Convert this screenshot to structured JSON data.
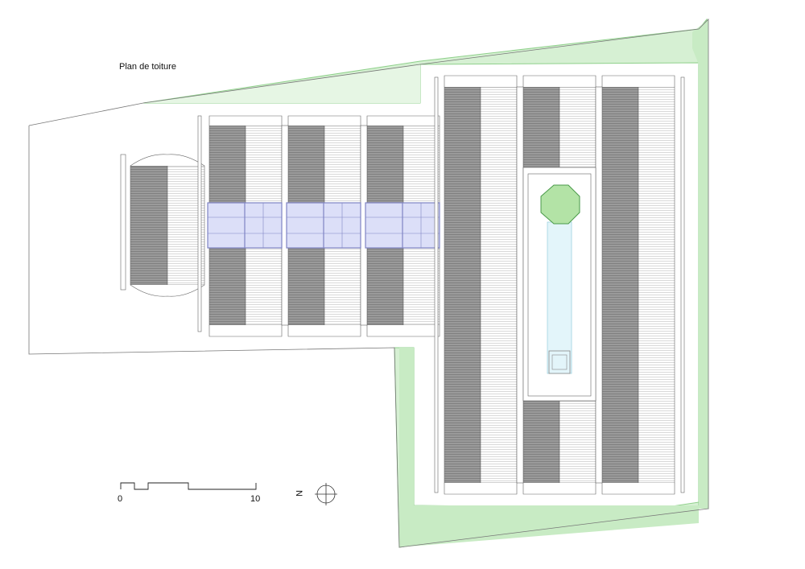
{
  "drawing": {
    "title": "Plan de toiture",
    "scale_bar": {
      "start_label": "0",
      "end_label": "10"
    },
    "north_label": "N"
  },
  "colors": {
    "planting": "#c9ecc6",
    "planting_inner": "#eaf8e8",
    "planting_stroke": "#7dc47a",
    "roof_dark": "#8e8e8e",
    "roof_light": "#ffffff",
    "skylight": "#d9dcf6",
    "skylight_stroke": "#8c90c8",
    "pool": "#e3f5fa",
    "tree": "#b3e3a6",
    "tree_stroke": "#5aa65a"
  },
  "icons": {
    "north": "north-arrow-icon",
    "tree": "tree-icon"
  }
}
